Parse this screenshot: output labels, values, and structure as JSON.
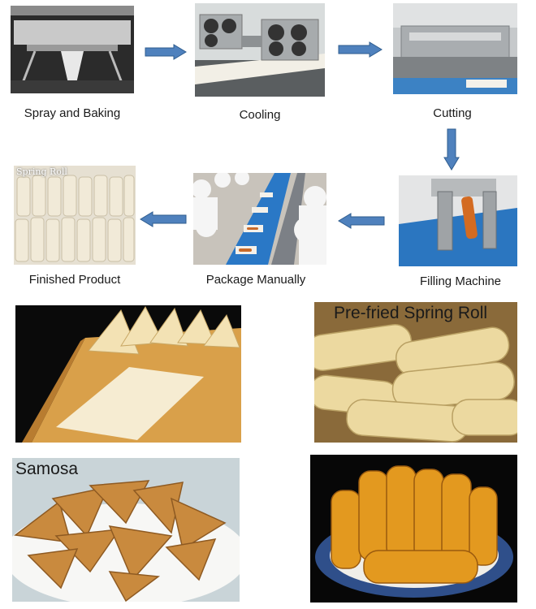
{
  "steps": {
    "spray_baking": "Spray and Baking",
    "cooling": "Cooling",
    "cutting": "Cutting",
    "filling": "Filling Machine",
    "package": "Package Manually",
    "finished": "Finished Product"
  },
  "photos": {
    "finished_overlay": "Spring Roll",
    "prefried_overlay": "Pre-fried Spring Roll",
    "samosa_overlay": "Samosa"
  },
  "colors": {
    "arrow_fill": "#4f81bd",
    "arrow_stroke": "#2f5d8f"
  }
}
